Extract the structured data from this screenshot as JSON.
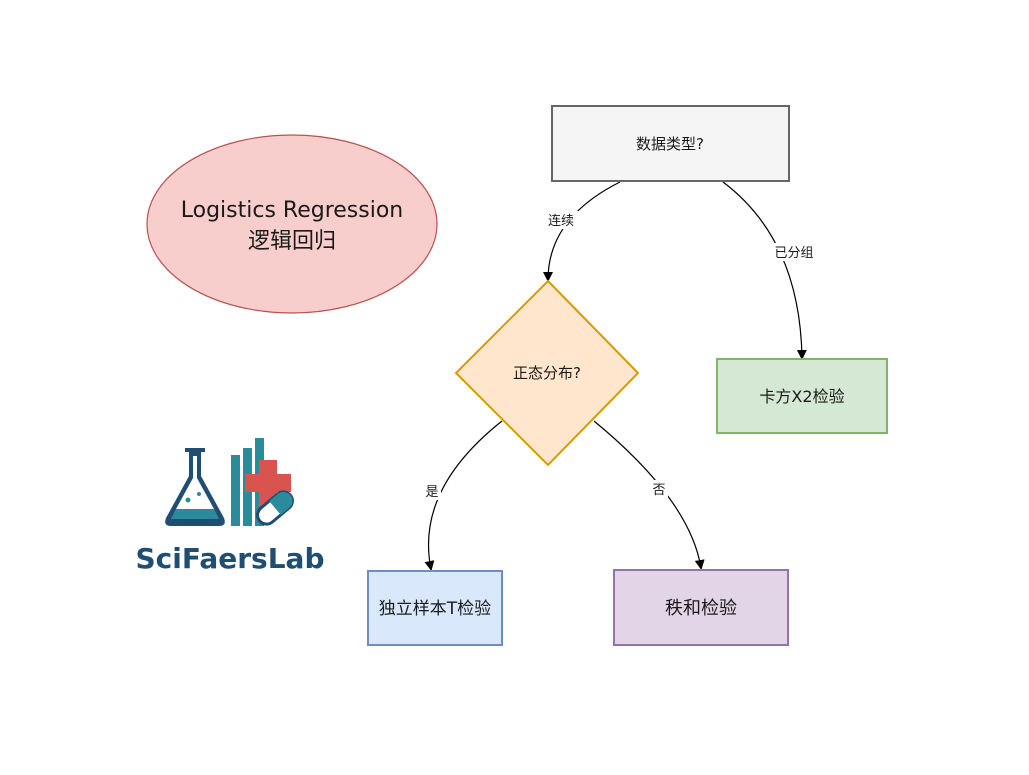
{
  "title_bubble": {
    "line1": "Logistics Regression",
    "line2": "逻辑回归"
  },
  "nodes": {
    "data_type": "数据类型?",
    "normal_dist": "正态分布?",
    "chi_square": "卡方X2检验",
    "t_test": "独立样本T检验",
    "rank_sum": "秩和检验"
  },
  "edges": {
    "continuous": "连续",
    "grouped": "已分组",
    "yes": "是",
    "no": "否"
  },
  "logo": {
    "name": "SciFaersLab"
  },
  "colors": {
    "bubble_fill": "#f8cecc",
    "bubble_stroke": "#b85450",
    "data_type_fill": "#f5f5f5",
    "data_type_stroke": "#666666",
    "diamond_fill": "#ffe6cc",
    "diamond_stroke": "#d79b00",
    "chi_fill": "#d5e8d4",
    "chi_stroke": "#82b366",
    "t_fill": "#dae8fc",
    "t_stroke": "#6c8ebf",
    "rank_fill": "#e1d5e7",
    "rank_stroke": "#9673a6",
    "logo_blue": "#1f4e72",
    "logo_teal": "#2a8c9a",
    "logo_red": "#d9534f"
  }
}
